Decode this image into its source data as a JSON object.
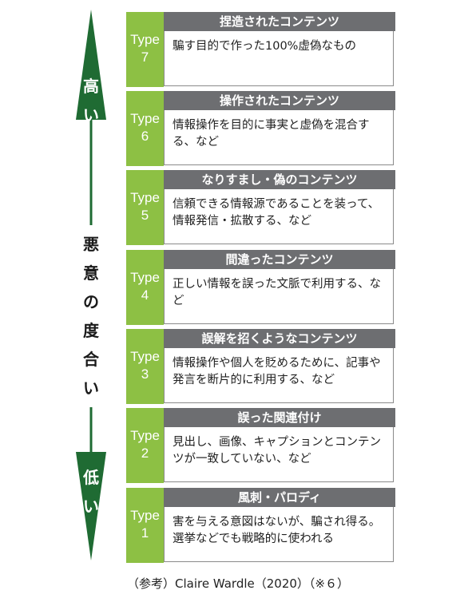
{
  "scale": {
    "high_label": "高い",
    "axis_label": "悪意の度合い",
    "low_label": "低い",
    "colors": {
      "arrow": "#1f6b33"
    }
  },
  "types": [
    {
      "type_word": "Type",
      "number": "7",
      "title": "捏造されたコンテンツ",
      "description": "騙す目的で作った100%虚偽なもの"
    },
    {
      "type_word": "Type",
      "number": "6",
      "title": "操作されたコンテンツ",
      "description": "情報操作を目的に事実と虚偽を混合する、など"
    },
    {
      "type_word": "Type",
      "number": "5",
      "title": "なりすまし・偽のコンテンツ",
      "description": "信頼できる情報源であることを装って、情報発信・拡散する、など"
    },
    {
      "type_word": "Type",
      "number": "4",
      "title": "間違ったコンテンツ",
      "description": "正しい情報を誤った文脈で利用する、など"
    },
    {
      "type_word": "Type",
      "number": "3",
      "title": "誤解を招くようなコンテンツ",
      "description": "情報操作や個人を貶めるために、記事や発言を断片的に利用する、など"
    },
    {
      "type_word": "Type",
      "number": "2",
      "title": "誤った関連付け",
      "description": "見出し、画像、キャプションとコンテンツが一致していない、など"
    },
    {
      "type_word": "Type",
      "number": "1",
      "title": "風刺・パロディ",
      "description": "害を与える意図はないが、騙され得る。選挙などでも戦略的に使われる"
    }
  ],
  "colors": {
    "badge": "#8dc044",
    "header": "#6d6e71"
  },
  "footnote": "（参考）Claire Wardle（2020）（※６）"
}
